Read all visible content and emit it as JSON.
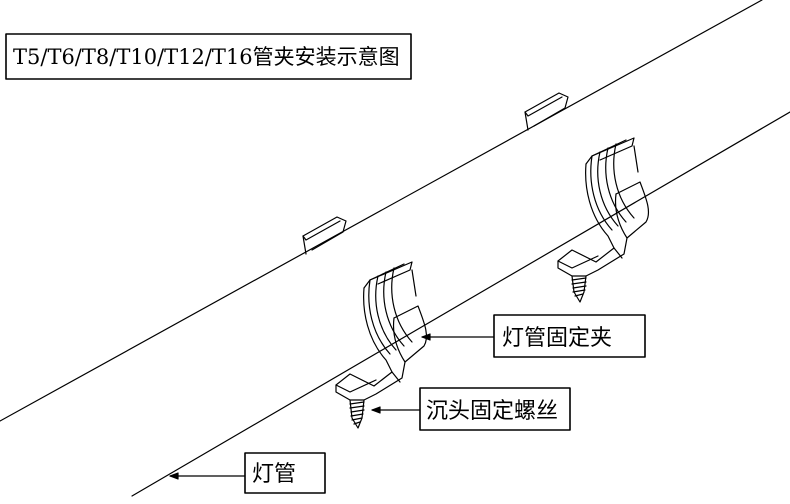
{
  "title": "T5/T6/T8/T10/T12/T16管夹安装示意图",
  "labels": {
    "clip": "灯管固定夹",
    "screw": "沉头固定螺丝",
    "tube": "灯管"
  },
  "colors": {
    "line": "#000000",
    "background": "#ffffff"
  }
}
